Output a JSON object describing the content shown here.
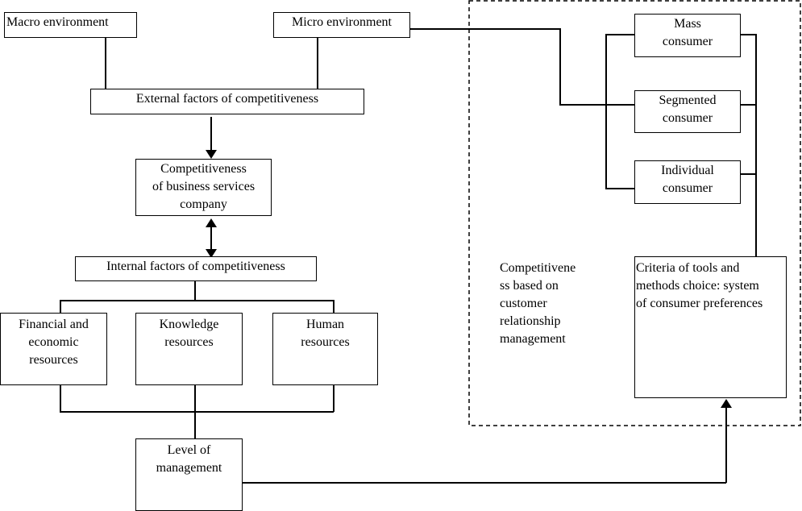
{
  "nodes": {
    "macro": "Macro environment",
    "micro": "Micro environment",
    "external": "External factors of competitiveness",
    "competitiveness": [
      "Competitiveness",
      "of business services",
      "company"
    ],
    "internal": "Internal factors of competitiveness",
    "financial": [
      "Financial and",
      "economic",
      "resources"
    ],
    "knowledge": [
      "Knowledge",
      "resources"
    ],
    "human": [
      "Human",
      "resources"
    ],
    "level": [
      "Level of",
      "management"
    ],
    "mass": [
      "Mass",
      "consumer"
    ],
    "segmented": [
      "Segmented",
      "consumer"
    ],
    "individual": [
      "Individual",
      "consumer"
    ],
    "criteria": [
      "Criteria of tools and",
      "methods choice: system",
      "of consumer preferences"
    ],
    "crm": [
      "Competitivene",
      "ss based on",
      "customer",
      "relationship",
      "management"
    ]
  }
}
